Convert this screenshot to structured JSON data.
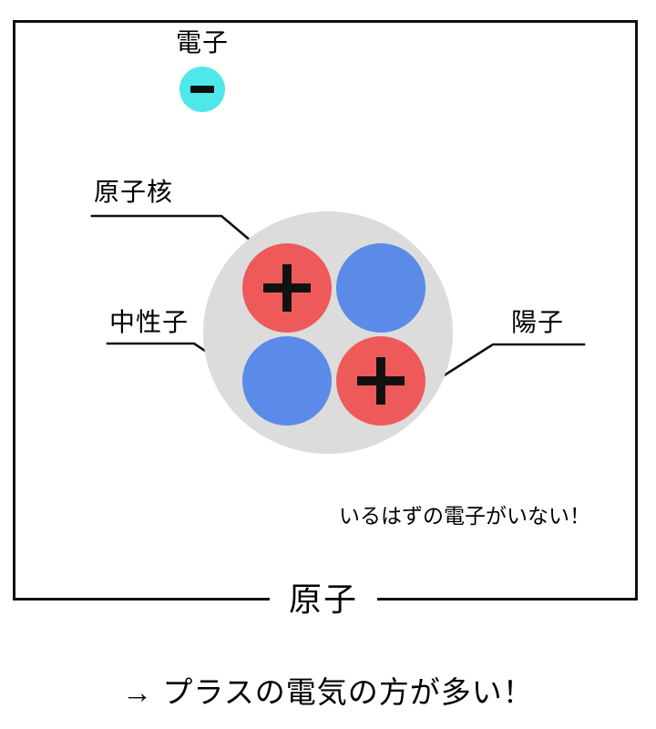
{
  "diagram": {
    "title_caption": "原子",
    "frame": {
      "border_color": "#111111"
    },
    "electron": {
      "label": "電子",
      "sign": "−",
      "color": "#4ee8ea"
    },
    "nucleus": {
      "label": "原子核",
      "color": "#dcdcdc",
      "particles": [
        {
          "position": "top-left",
          "kind": "proton",
          "sign": "+",
          "color": "#ee5a5a"
        },
        {
          "position": "top-right",
          "kind": "neutron",
          "sign": "",
          "color": "#5b8ae8"
        },
        {
          "position": "bottom-left",
          "kind": "neutron",
          "sign": "",
          "color": "#5b8ae8"
        },
        {
          "position": "bottom-right",
          "kind": "proton",
          "sign": "+",
          "color": "#ee5a5a"
        }
      ]
    },
    "callouts": {
      "nucleus_label": "原子核",
      "neutron_label": "中性子",
      "proton_label": "陽子"
    },
    "annotations": {
      "missing_electron_note": "いるはずの電子がいない！",
      "conclusion": "→ プラスの電気の方が多い！"
    }
  }
}
